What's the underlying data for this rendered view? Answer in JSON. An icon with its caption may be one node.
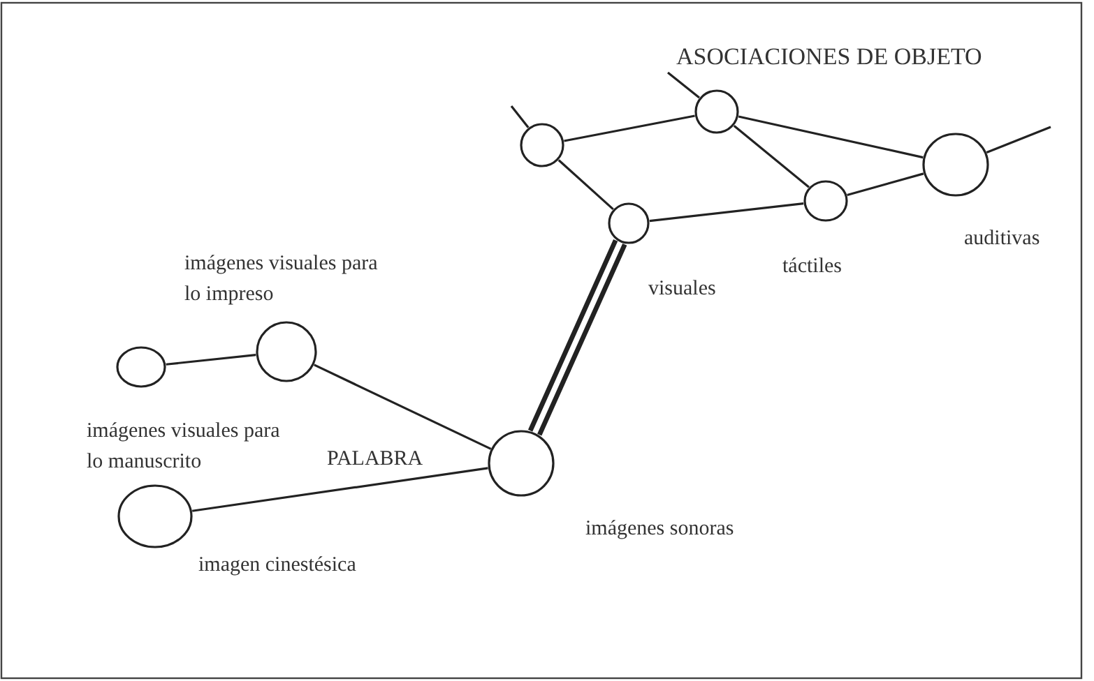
{
  "diagram": {
    "nodes": [
      {
        "text": [],
        "shape": "circle"
      },
      {
        "text": [],
        "shape": "circle"
      },
      {
        "text": [],
        "shape": "circle",
        "beside": [
          "auditivas"
        ]
      },
      {
        "text": [],
        "shape": "circle",
        "beside": [
          "visuales"
        ]
      },
      {
        "text": [],
        "shape": "circle",
        "beside": [
          "táctiles"
        ]
      },
      {
        "text": [],
        "shape": "circle",
        "beside": [
          "imágenes visuales para lo impreso"
        ]
      },
      {
        "text": [],
        "shape": "circle"
      },
      {
        "text": [],
        "shape": "circle",
        "beside": [
          "PALABRA",
          "imágenes sonoras"
        ]
      },
      {
        "text": [],
        "shape": "circle",
        "beside": [
          "imagen cinestésica"
        ]
      }
    ],
    "edges": [
      {
        "from": null,
        "to": 0,
        "arrow": "none"
      },
      {
        "from": null,
        "to": 1,
        "arrow": "none"
      },
      {
        "from": 0,
        "to": 1,
        "arrow": "none"
      },
      {
        "from": 0,
        "to": 3,
        "arrow": "none"
      },
      {
        "from": 1,
        "to": 4,
        "arrow": "none"
      },
      {
        "from": 1,
        "to": 2,
        "arrow": "none"
      },
      {
        "from": 2,
        "to": null,
        "arrow": "none"
      },
      {
        "from": 3,
        "to": 4,
        "arrow": "none"
      },
      {
        "from": 4,
        "to": 2,
        "arrow": "none"
      },
      {
        "from": 3,
        "to": 7,
        "arrow": "none",
        "style": "thick"
      },
      {
        "from": 6,
        "to": 5,
        "arrow": "none"
      },
      {
        "from": 5,
        "to": 7,
        "arrow": "none"
      },
      {
        "from": 8,
        "to": 7,
        "arrow": "none"
      }
    ],
    "labels": [
      "ASOCIACIONES DE OBJETO",
      "imágenes visuales para lo manuscrito"
    ]
  }
}
